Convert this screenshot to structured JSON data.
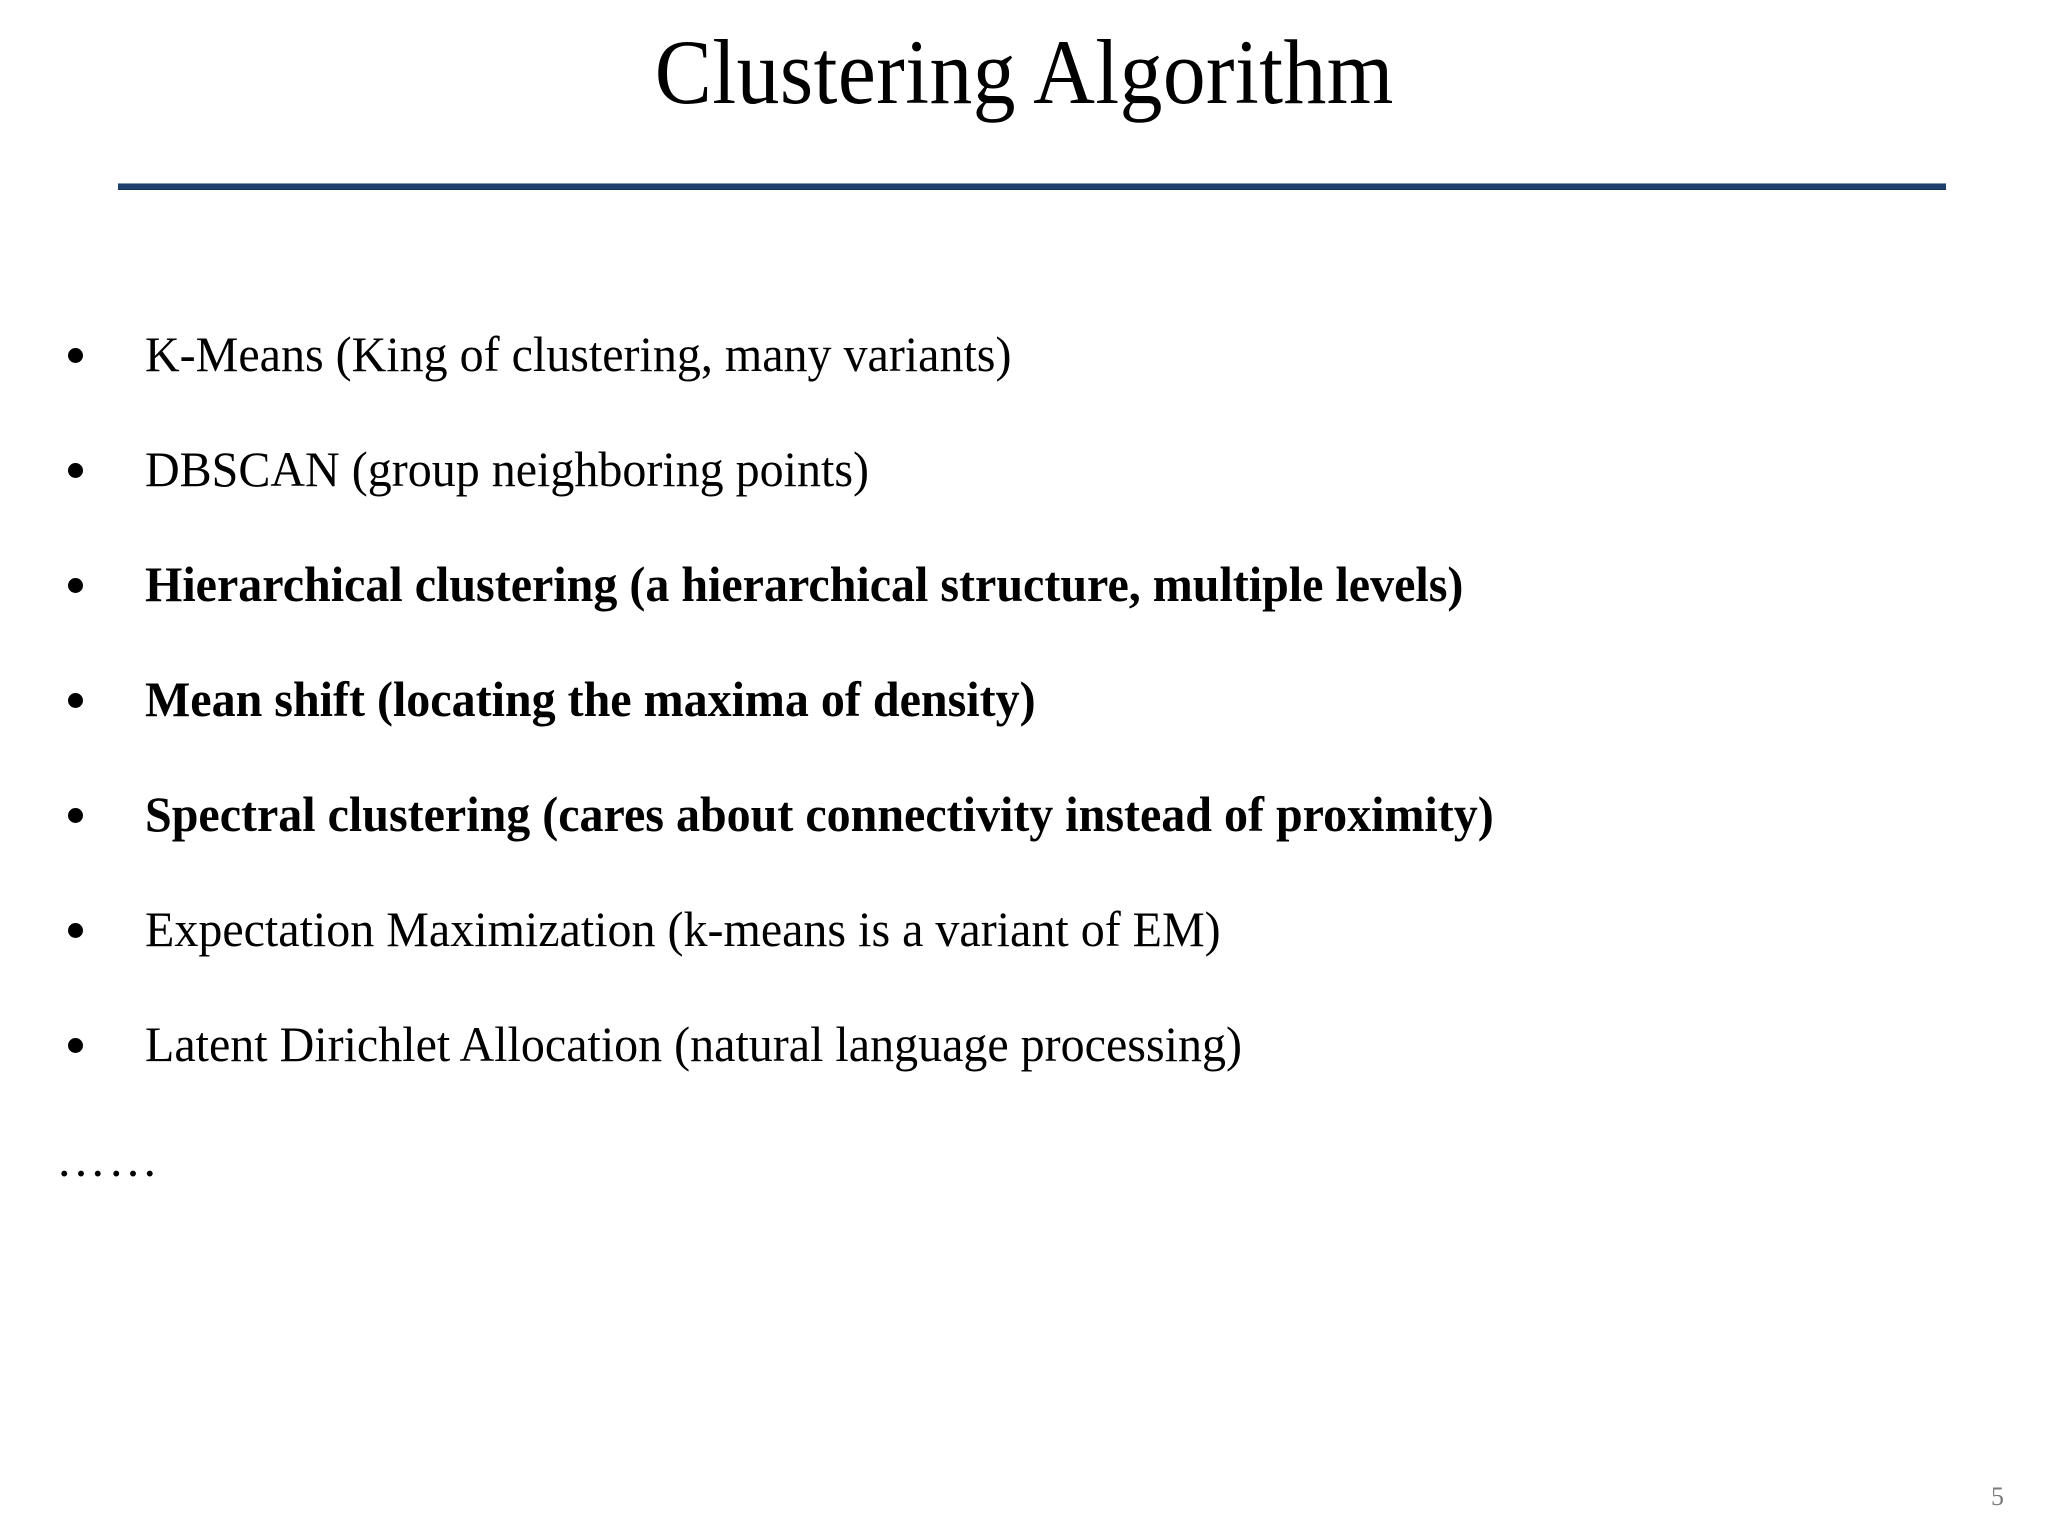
{
  "slide": {
    "title": "Clustering Algorithm",
    "page_number": "5",
    "divider_color": "#1f3f6e",
    "background_color": "#ffffff",
    "text_color": "#000000",
    "page_number_color": "#7b7b7b"
  },
  "bullets": [
    {
      "text": "K-Means (King of clustering, many variants)",
      "bold": false
    },
    {
      "text": "DBSCAN (group neighboring points)",
      "bold": false
    },
    {
      "text": "Hierarchical clustering (a hierarchical structure, multiple levels)",
      "bold": true
    },
    {
      "text": "Mean shift (locating the maxima of density)",
      "bold": true
    },
    {
      "text": "Spectral clustering (cares about connectivity instead of proximity)",
      "bold": true
    },
    {
      "text": "Expectation Maximization (k-means is a variant of EM)",
      "bold": false
    },
    {
      "text": "Latent Dirichlet Allocation (natural language processing)",
      "bold": false
    }
  ],
  "continuation": {
    "text": "……"
  }
}
